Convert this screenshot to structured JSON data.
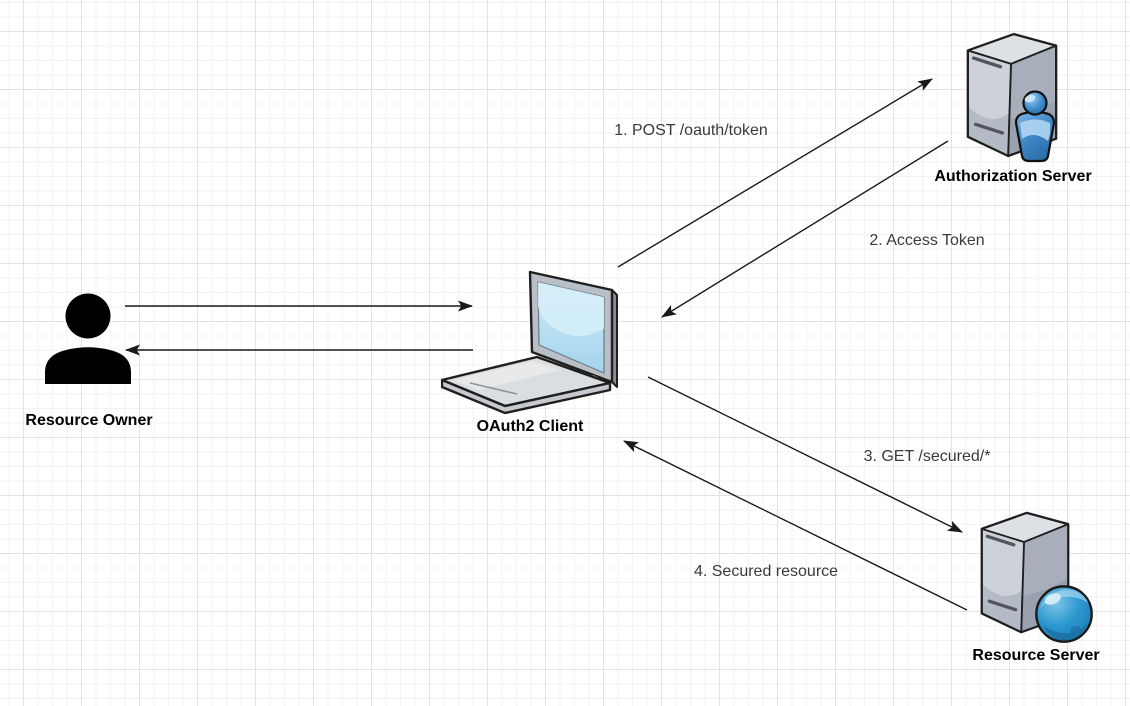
{
  "diagram": {
    "kind": "oauth2-flow-diagram",
    "background": {
      "canvas_color": "#FFFFFF",
      "grid_minor_color": "#F4F2F2",
      "grid_major_color": "#E4E2E2"
    },
    "colors": {
      "edge_stroke": "#1A1A1A",
      "node_label_color": "#000000",
      "edge_label_color": "#3A3A3A",
      "icon_blue": "#2E8FCB",
      "icon_gray": "#C7CCD4",
      "screen_blue": "#B9E0F2"
    },
    "nodes": [
      {
        "id": "resource-owner",
        "label": "Resource Owner",
        "icon": "person-icon"
      },
      {
        "id": "oauth2-client",
        "label": "OAuth2 Client",
        "icon": "laptop-icon"
      },
      {
        "id": "authorization-server",
        "label": "Authorization Server",
        "icon": "server-with-person-icon"
      },
      {
        "id": "resource-server",
        "label": "Resource Server",
        "icon": "server-with-globe-icon"
      }
    ],
    "edges": [
      {
        "id": "edge-1",
        "label": "1. POST /oauth/token",
        "from": "oauth2-client",
        "to": "authorization-server"
      },
      {
        "id": "edge-2",
        "label": "2. Access Token",
        "from": "authorization-server",
        "to": "oauth2-client"
      },
      {
        "id": "edge-3",
        "label": "3. GET /secured/*",
        "from": "oauth2-client",
        "to": "resource-server"
      },
      {
        "id": "edge-4",
        "label": "4. Secured resource",
        "from": "resource-server",
        "to": "oauth2-client"
      },
      {
        "id": "edge-owner-to-client",
        "label": "",
        "from": "resource-owner",
        "to": "oauth2-client"
      },
      {
        "id": "edge-client-to-owner",
        "label": "",
        "from": "oauth2-client",
        "to": "resource-owner"
      }
    ]
  }
}
